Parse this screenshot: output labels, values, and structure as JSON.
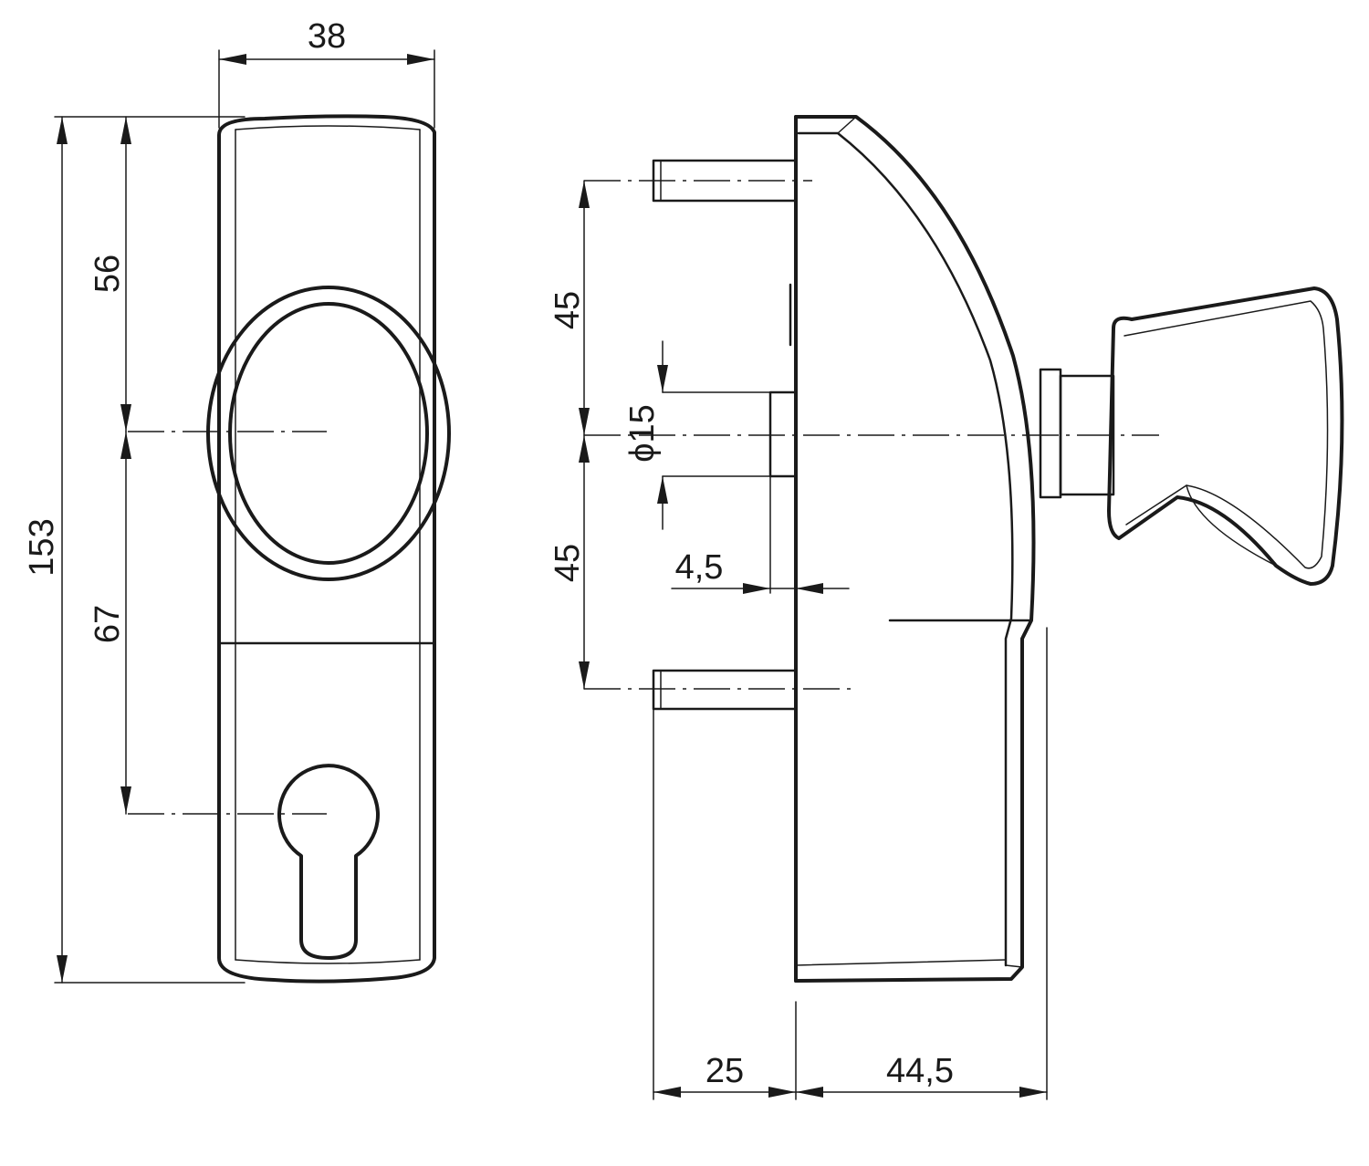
{
  "dimensions": {
    "front_width": "38",
    "front_height": "153",
    "upper_to_center": "56",
    "center_to_cylinder": "67",
    "upper_pin_spacing": "45",
    "lower_pin_spacing": "45",
    "spindle_diameter": "ϕ15",
    "spindle_projection": "4,5",
    "pin_length": "25",
    "depth": "44,5"
  }
}
